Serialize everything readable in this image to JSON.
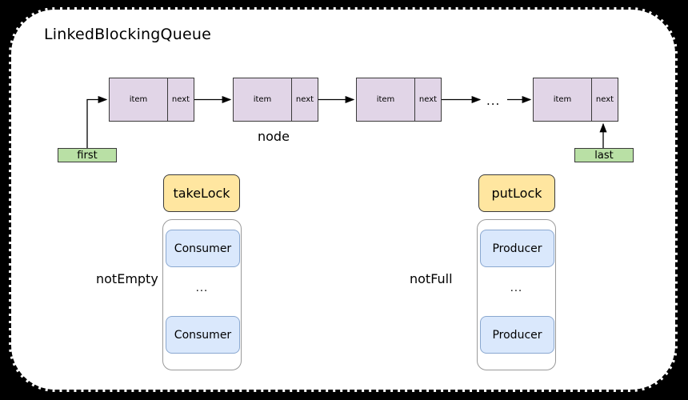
{
  "diagram": {
    "title": "LinkedBlockingQueue",
    "node_label": "node",
    "nodes_ellipsis": "...",
    "nodes": [
      {
        "item": "item",
        "next": "next"
      },
      {
        "item": "item",
        "next": "next"
      },
      {
        "item": "item",
        "next": "next"
      },
      {
        "item": "item",
        "next": "next"
      }
    ],
    "pointers": {
      "first": "first",
      "last": "last"
    },
    "locks": {
      "take": "takeLock",
      "put": "putLock"
    },
    "conditions": {
      "not_empty": "notEmpty",
      "not_full": "notFull"
    },
    "consumer_queue": {
      "top": "Consumer",
      "ellipsis": "...",
      "bottom": "Consumer"
    },
    "producer_queue": {
      "top": "Producer",
      "ellipsis": "...",
      "bottom": "Producer"
    },
    "colors": {
      "node_fill": "#e1d5e7",
      "pointer_fill": "#b9e0a5",
      "lock_fill": "#ffe6a0",
      "waiter_fill": "#dae8fc",
      "stroke": "#3a3a3a",
      "background": "#ffffff",
      "outside": "#000000"
    }
  }
}
